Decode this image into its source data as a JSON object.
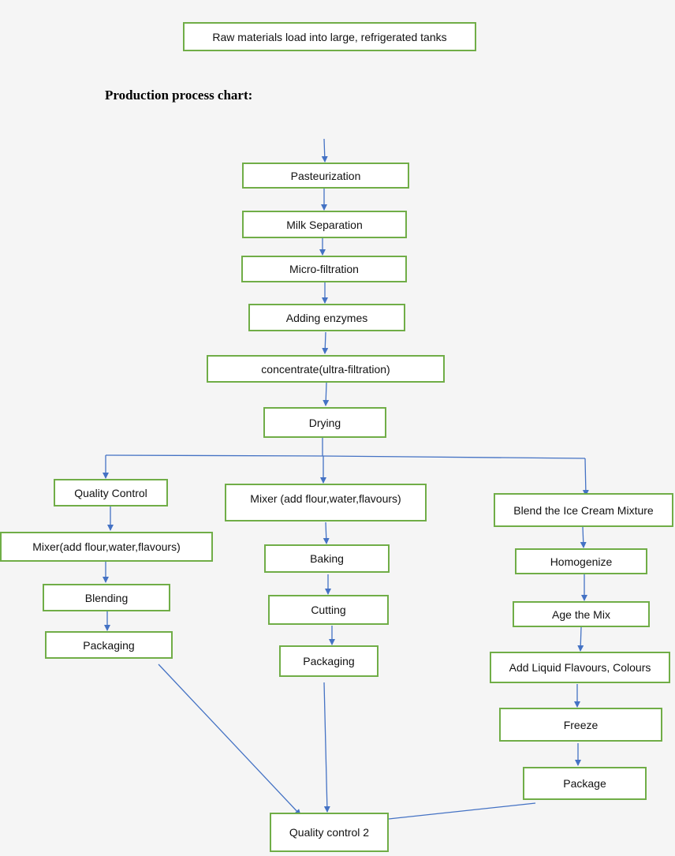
{
  "top_note": "Raw materials load into large, refrigerated tanks",
  "heading": "Production process chart:",
  "main_steps": {
    "pasteurization": "Pasteurization",
    "milk_separation": "Milk Separation",
    "micro_filtration": "Micro-filtration",
    "adding_enzymes": "Adding enzymes",
    "concentrate": "concentrate(ultra-filtration)",
    "drying": "Drying"
  },
  "branch_left": {
    "quality_control": "Quality Control",
    "mixer": "Mixer(add flour,water,flavours)",
    "blending": "Blending",
    "packaging": "Packaging"
  },
  "branch_middle": {
    "mixer": "Mixer (add flour,water,flavours)",
    "baking": "Baking",
    "cutting": "Cutting",
    "packaging": "Packaging"
  },
  "branch_right": {
    "blend": "Blend the Ice Cream Mixture",
    "homogenize": "Homogenize",
    "age": "Age the Mix",
    "add_flavours": "Add Liquid Flavours, Colours",
    "freeze": "Freeze",
    "package": "Package"
  },
  "final_step": "Quality control 2",
  "colors": {
    "box_border": "#70ad47",
    "connector": "#4472c4"
  }
}
